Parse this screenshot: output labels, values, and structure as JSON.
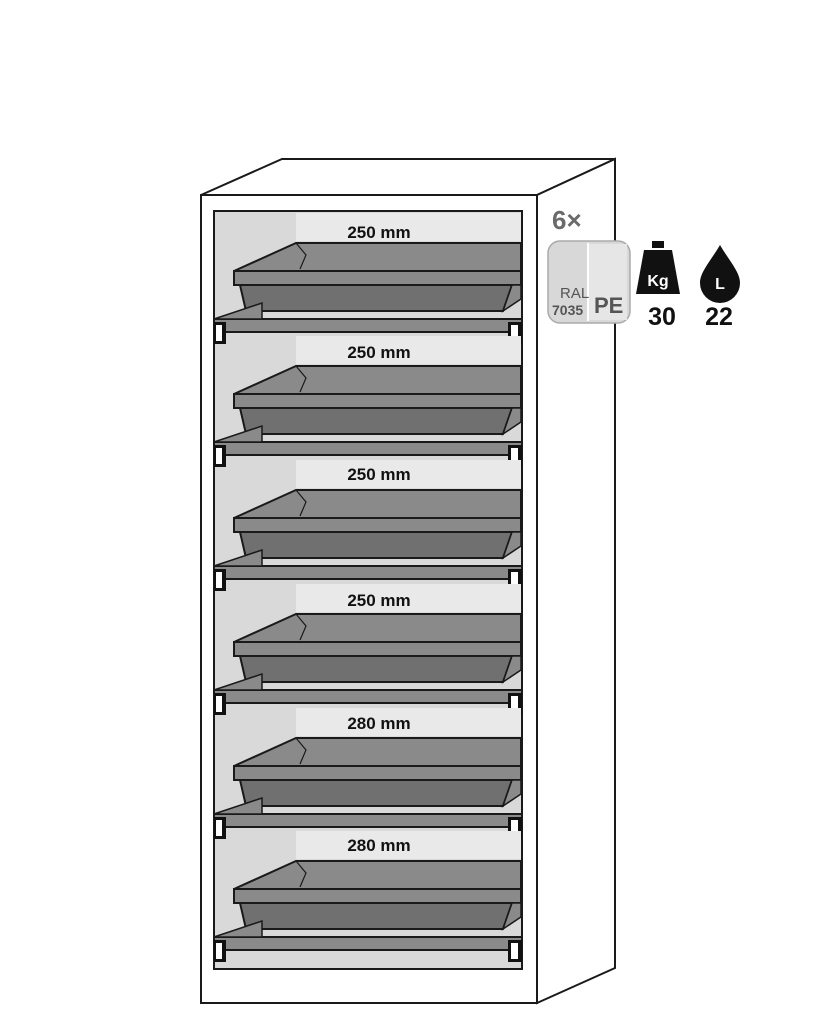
{
  "drawers": [
    {
      "height_label": "250 mm"
    },
    {
      "height_label": "250 mm"
    },
    {
      "height_label": "250 mm"
    },
    {
      "height_label": "250 mm"
    },
    {
      "height_label": "280 mm"
    },
    {
      "height_label": "280 mm"
    }
  ],
  "badge": {
    "quantity": "6×",
    "ral_label": "RAL",
    "ral_code": "7035",
    "material": "PE"
  },
  "specs": {
    "load_icon_label": "Kg",
    "load_value": "30",
    "volume_icon_label": "L",
    "volume_value": "22"
  },
  "colors": {
    "outline": "#1a1a1a",
    "tray": "#8a8a8a",
    "tray_dark": "#707070",
    "interior": "#d9d9d9",
    "badge_bg": "#d8d8d8",
    "icon": "#111111"
  }
}
